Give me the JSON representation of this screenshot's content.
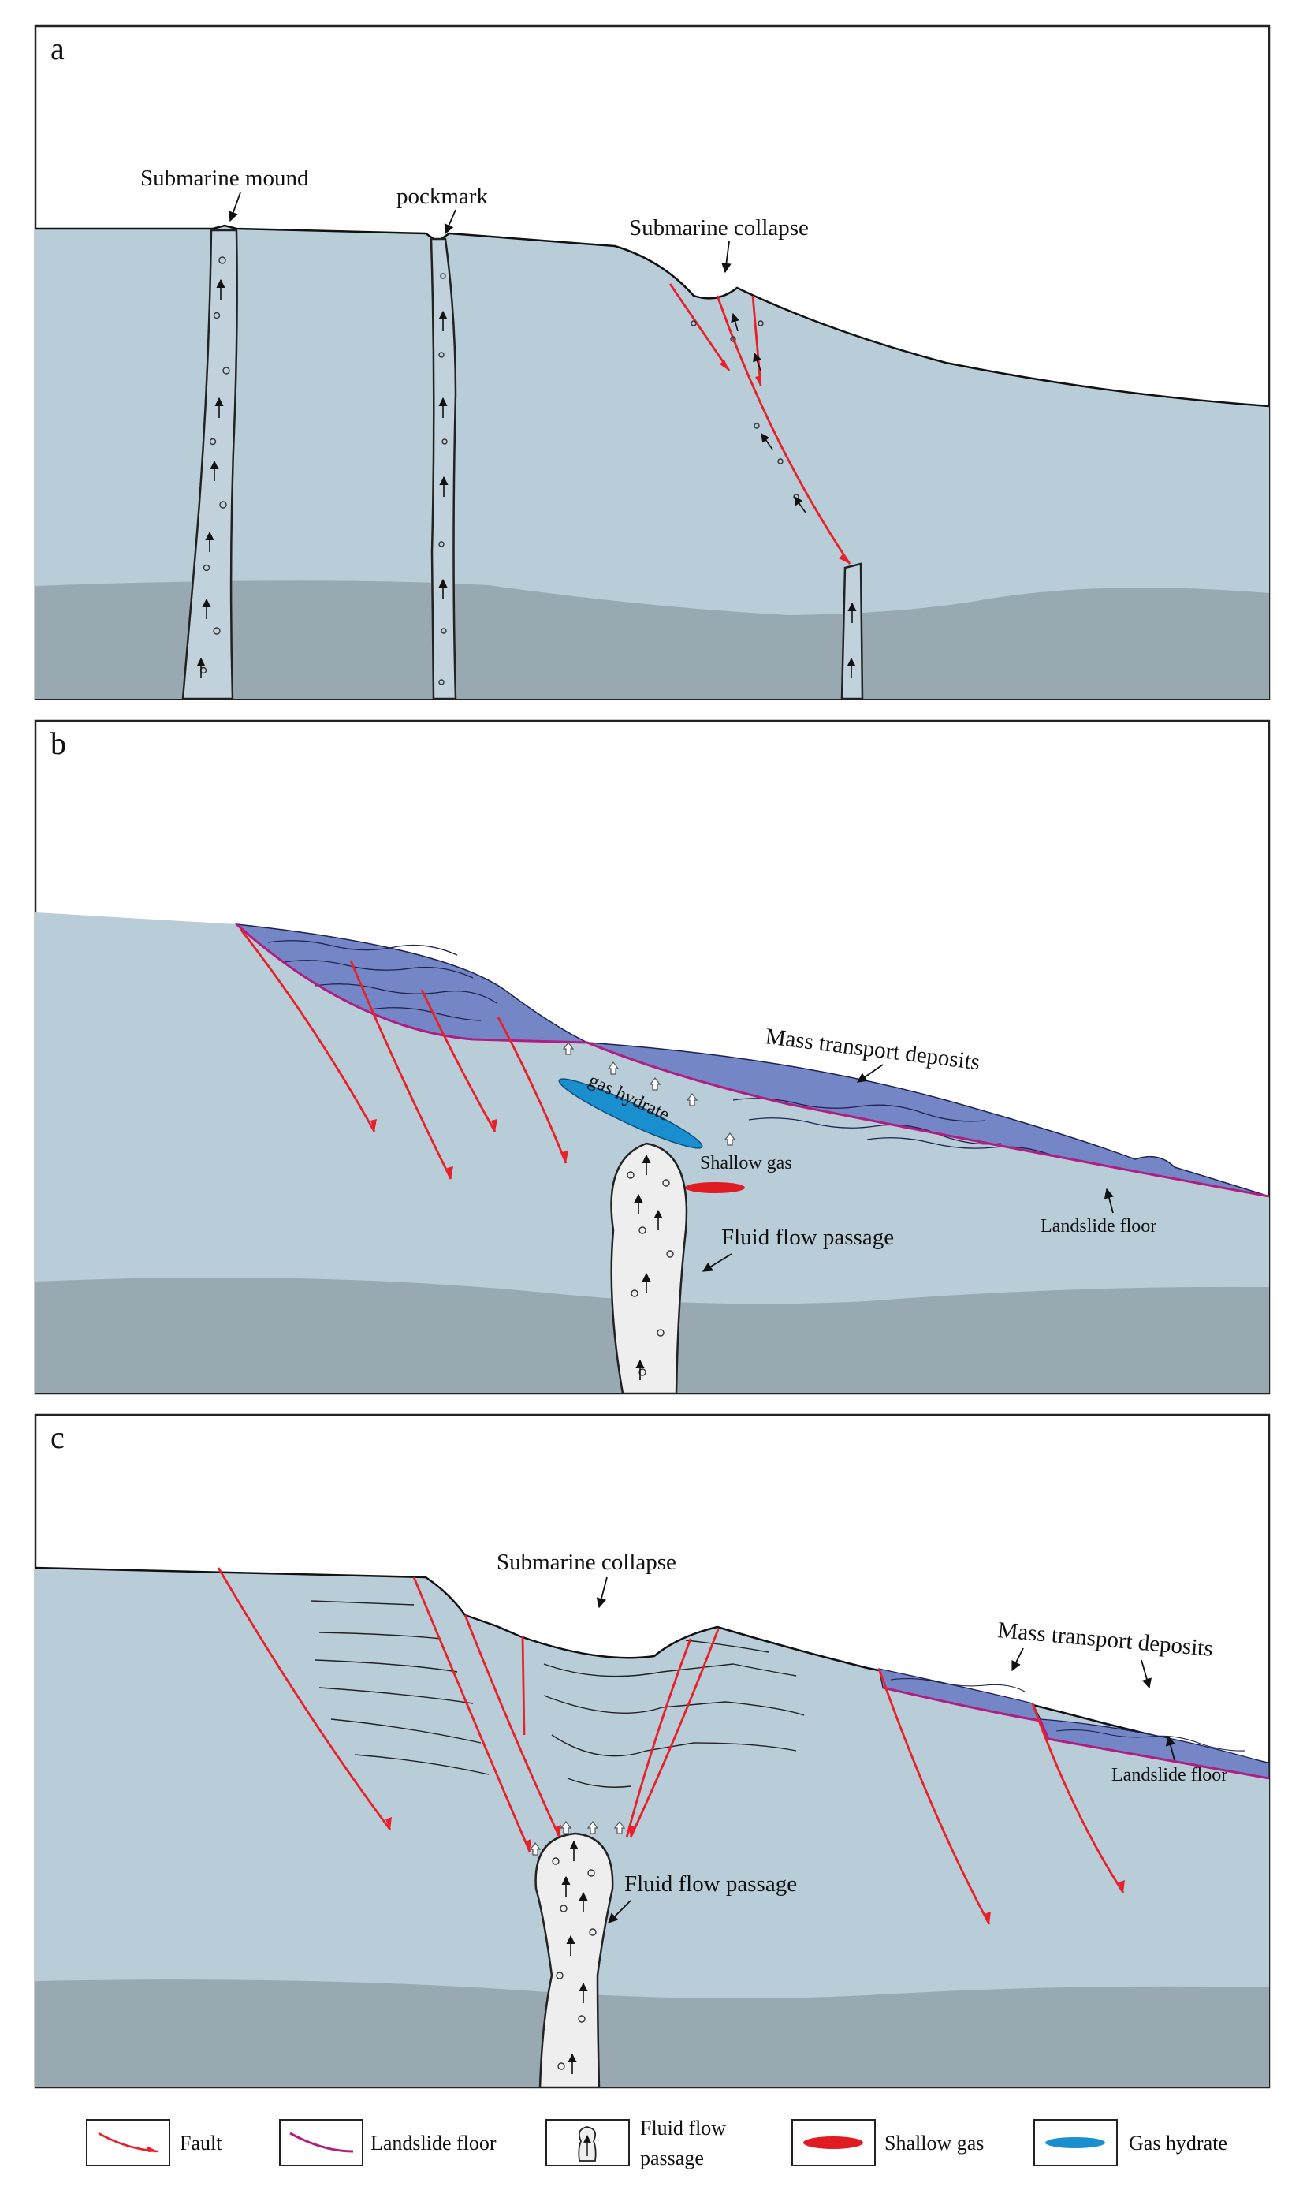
{
  "panels": {
    "a": {
      "letter": "a",
      "labels": {
        "mound": "Submarine mound",
        "pockmark": "pockmark",
        "collapse": "Submarine collapse"
      }
    },
    "b": {
      "letter": "b",
      "labels": {
        "mtd": "Mass transport deposits",
        "hydrate": "gas hydrate",
        "shallow_gas": "Shallow gas",
        "fluid": "Fluid flow passage",
        "floor": "Landslide floor"
      }
    },
    "c": {
      "letter": "c",
      "labels": {
        "collapse": "Submarine collapse",
        "mtd": "Mass transport deposits",
        "floor": "Landslide floor",
        "fluid": "Fluid flow passage"
      }
    }
  },
  "legend": {
    "fault": "Fault",
    "floor": "Landslide floor",
    "fluid_line1": "Fluid flow",
    "fluid_line2": "passage",
    "gas": "Shallow gas",
    "hydrate": "Gas hydrate"
  },
  "colors": {
    "water_layer": "#b9cdd8",
    "deep_layer": "#98a9b2",
    "mtd": "#7486c6",
    "fault": "#e8202a",
    "landslide_floor": "#b01e82",
    "gas": "#e11b22",
    "hydrate": "#1a8fd0",
    "passage": "#eeeeee"
  }
}
